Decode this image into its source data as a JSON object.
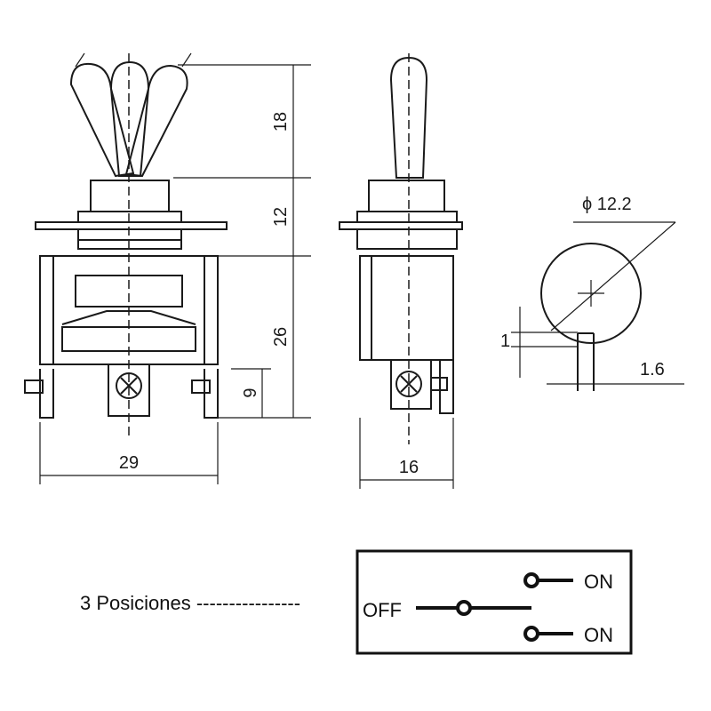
{
  "dimensions": {
    "lever_height": "18",
    "bushing_height": "12",
    "body_height": "26",
    "terminal_height": "9",
    "body_width": "29",
    "side_width": "16",
    "hole_diameter": "ϕ 12.2",
    "key_height": "1",
    "key_width": "1.6"
  },
  "schematic": {
    "caption": "3 Posiciones ----------------",
    "off_label": "OFF",
    "on_top_label": "ON",
    "on_bottom_label": "ON"
  }
}
